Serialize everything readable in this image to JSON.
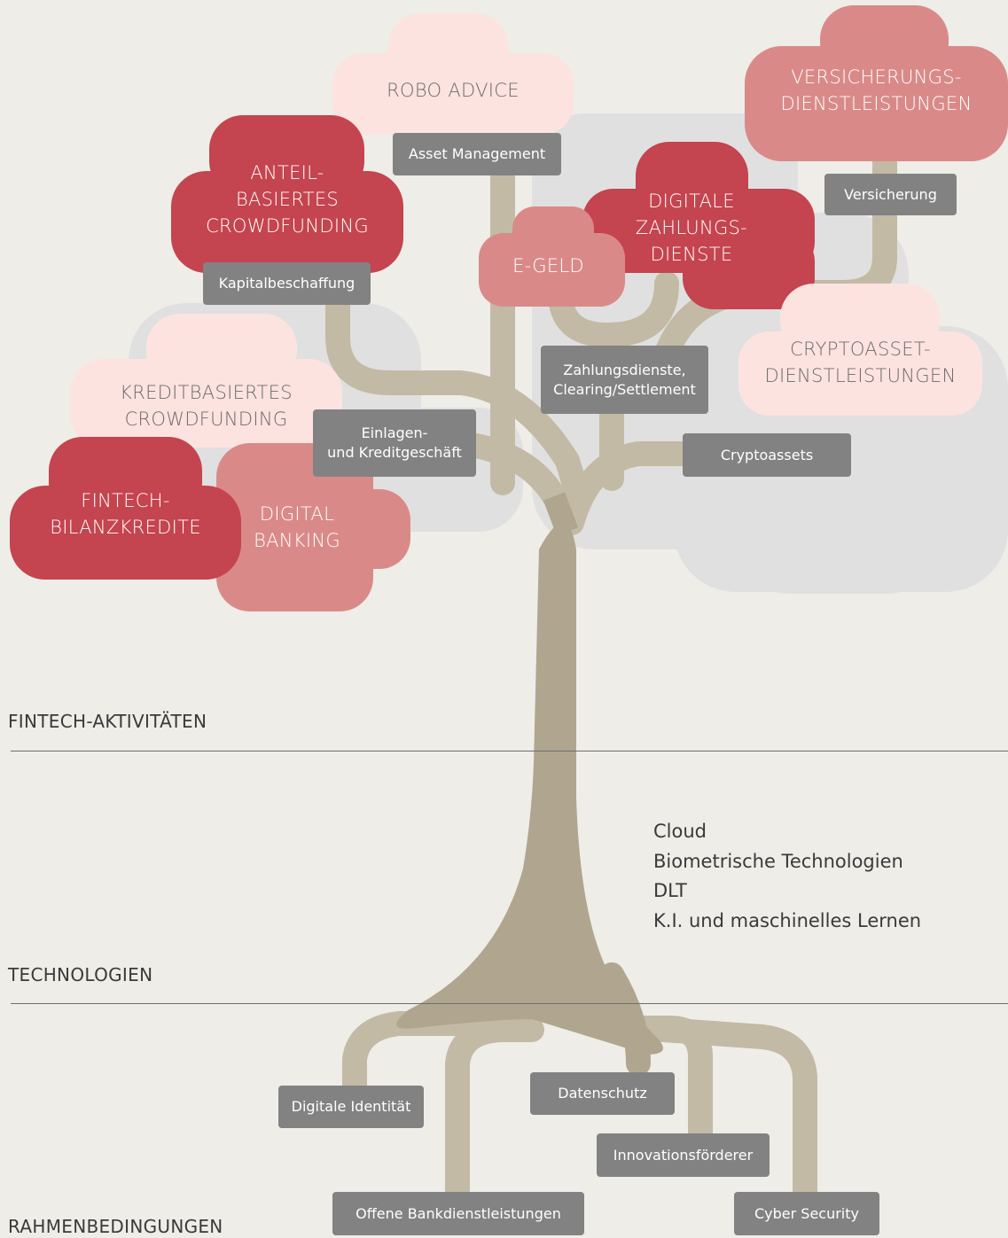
{
  "colors": {
    "background": "#eeede8",
    "trunk": "#b0a68f",
    "branch": "#c3baa5",
    "grey_cloud": "#e0e0e0",
    "tag": "#828282",
    "dark_red": "#c4444f",
    "medium_red": "#d98a88",
    "light_pink": "#fde3e0"
  },
  "sections": {
    "activities": "FINTECH-AKTIVITÄTEN",
    "technologies": "TECHNOLOGIEN",
    "conditions": "RAHMENBEDINGUNGEN"
  },
  "clouds": {
    "robo_advice": [
      "ROBO ADVICE"
    ],
    "versicherungs": [
      "VERSICHERUNGS-",
      "DIENSTLEISTUNGEN"
    ],
    "anteil": [
      "ANTEIL-",
      "BASIERTES",
      "CROWDFUNDING"
    ],
    "digitale_zahlung": [
      "DIGITALE",
      "ZAHLUNGS-",
      "DIENSTE"
    ],
    "egeld": [
      "E-GELD"
    ],
    "crypto": [
      "CRYPTOASSET-",
      "DIENSTLEISTUNGEN"
    ],
    "kredit": [
      "KREDITBASIERTES",
      "CROWDFUNDING"
    ],
    "fintech_bilanz": [
      "FINTECH-",
      "BILANZKREDITE"
    ],
    "digital_banking": [
      "DIGITAL",
      "BANKING"
    ]
  },
  "tags": {
    "asset_management": [
      "Asset Management"
    ],
    "versicherung": [
      "Versicherung"
    ],
    "kapitalbeschaffung": [
      "Kapitalbeschaffung"
    ],
    "zahlungsdienste": [
      "Zahlungsdienste,",
      "Clearing/Settlement"
    ],
    "einlagen": [
      "Einlagen-",
      "und Kreditgeschäft"
    ],
    "cryptoassets": [
      "Cryptoassets"
    ],
    "digitale_identitaet": [
      "Digitale Identität"
    ],
    "datenschutz": [
      "Datenschutz"
    ],
    "innovationsfoerderer": [
      "Innovationsförderer"
    ],
    "offene_bank": [
      "Offene Bankdienstleistungen"
    ],
    "cyber_security": [
      "Cyber Security"
    ]
  },
  "technologies": [
    "Cloud",
    "Biometrische Technologien",
    "DLT",
    "K.I. und maschinelles Lernen"
  ]
}
